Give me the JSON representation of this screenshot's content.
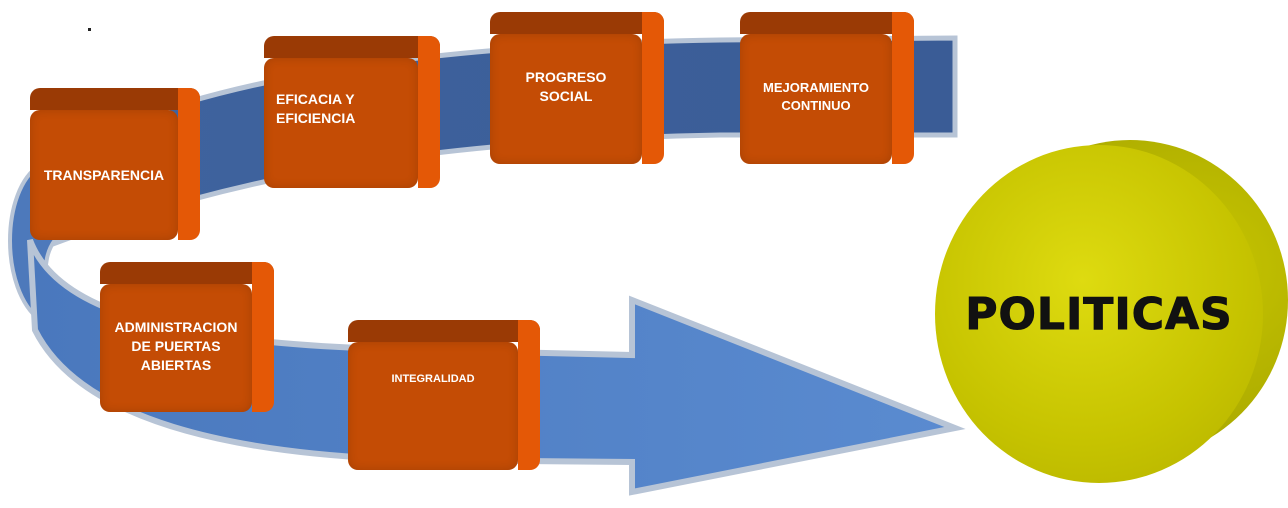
{
  "diagram": {
    "colors": {
      "ribbon_dark": "#3d5f98",
      "ribbon_light": "#5b85c4",
      "ribbon_outline": "#b7c4d6",
      "cube_face": "#c44c05",
      "cube_top": "#9a3a05",
      "cube_side": "#e45806",
      "cylinder": "#c6c300"
    },
    "steps": [
      {
        "label": "TRANSPARENCIA"
      },
      {
        "label": "EFICACIA Y\nEFICIENCIA"
      },
      {
        "label": "PROGRESO\nSOCIAL"
      },
      {
        "label": "MEJORAMIENTO\nCONTINUO"
      },
      {
        "label": "ADMINISTRACION\nDE PUERTAS\nABIERTAS"
      },
      {
        "label": "INTEGRALIDAD"
      }
    ],
    "target": {
      "label": "POLITICAS"
    }
  }
}
